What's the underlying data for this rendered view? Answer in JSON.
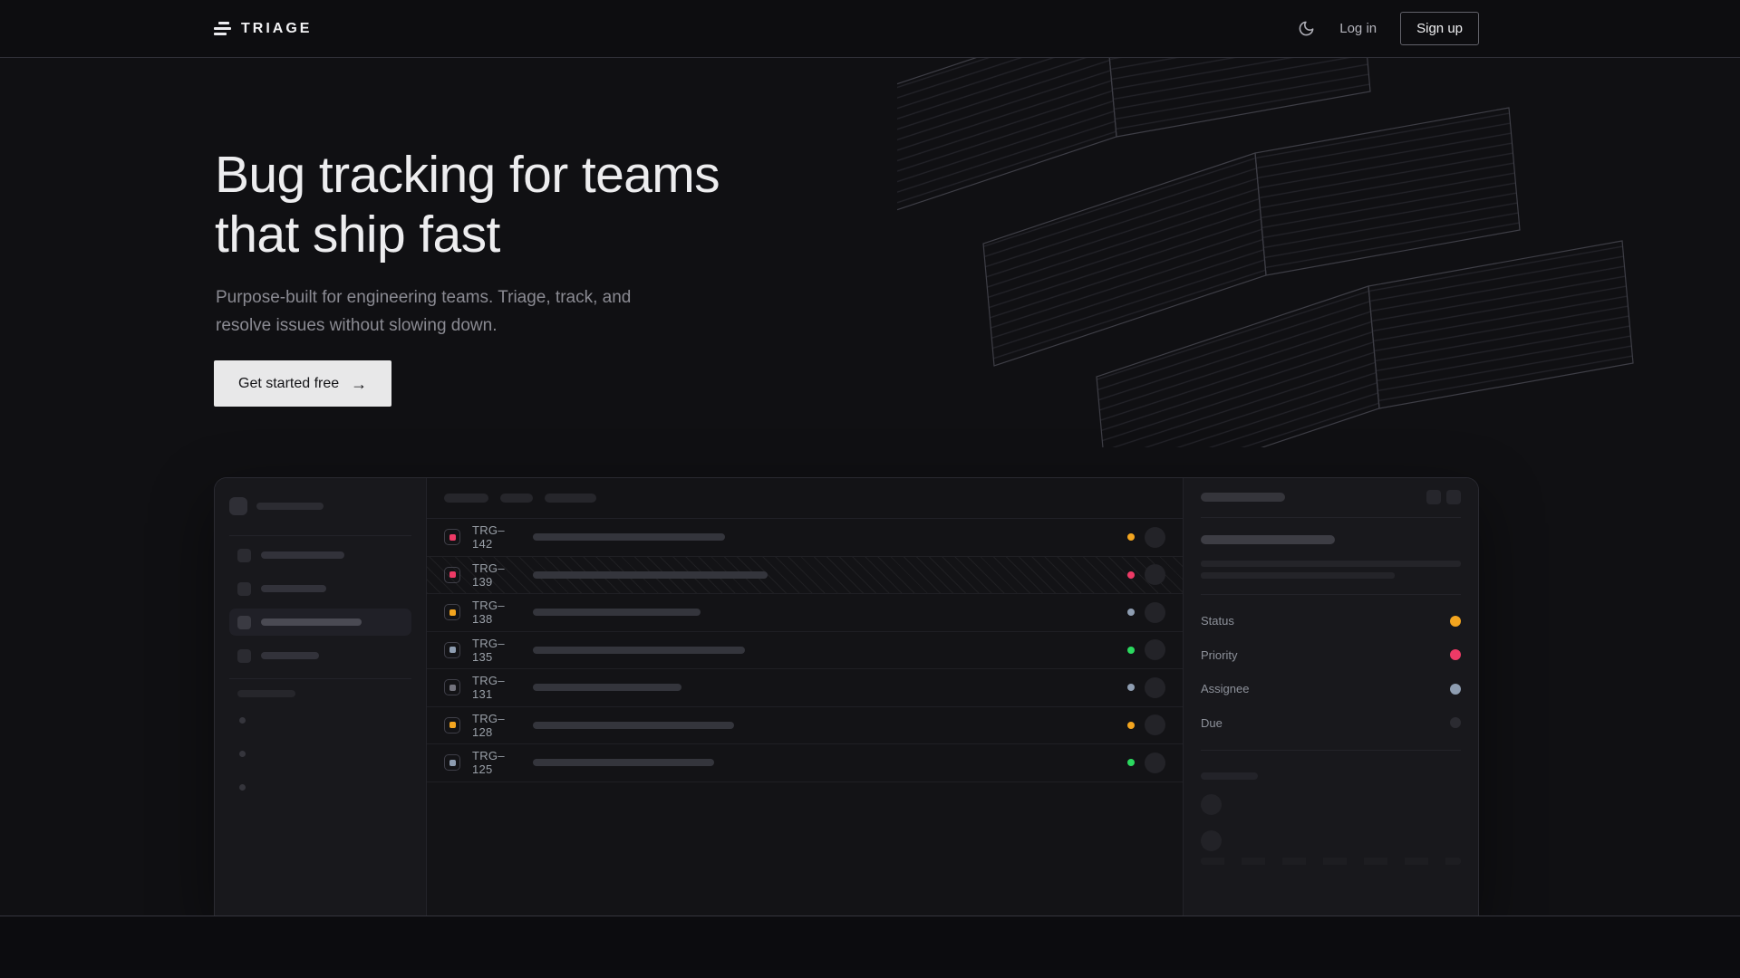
{
  "header": {
    "brand": "TRIAGE",
    "login_label": "Log in",
    "signup_label": "Sign up",
    "theme_icon": "moon"
  },
  "hero": {
    "title_line1": "Bug tracking for teams",
    "title_line2": "that ship fast",
    "subtitle": "Purpose-built for engineering teams. Triage, track, and resolve issues without slowing down.",
    "cta_label": "Get started free",
    "cta_icon": "arrow-right",
    "cta_arrow": "→"
  },
  "app_mockup": {
    "issues": [
      {
        "id": "TRG–142",
        "type_color": "#ee3a66",
        "status_color": "#f3a51f",
        "title_width": 212,
        "hatched": false
      },
      {
        "id": "TRG–139",
        "type_color": "#ee3a66",
        "status_color": "#ee3a66",
        "title_width": 259,
        "hatched": true
      },
      {
        "id": "TRG–138",
        "type_color": "#f3a51f",
        "status_color": "#8e9db1",
        "title_width": 185,
        "hatched": false
      },
      {
        "id": "TRG–135",
        "type_color": "#8e9db1",
        "status_color": "#2bd95f",
        "title_width": 234,
        "hatched": false
      },
      {
        "id": "TRG–131",
        "type_color": "#73737d",
        "status_color": "#8e9db1",
        "title_width": 164,
        "hatched": false
      },
      {
        "id": "TRG–128",
        "type_color": "#f3a51f",
        "status_color": "#f3a51f",
        "title_width": 222,
        "hatched": false
      },
      {
        "id": "TRG–125",
        "type_color": "#8e9db1",
        "status_color": "#2bd95f",
        "title_width": 200,
        "hatched": false
      }
    ],
    "detail_fields": [
      {
        "label": "Status",
        "dot_color": "#f3a51f"
      },
      {
        "label": "Priority",
        "dot_color": "#ee3a66"
      },
      {
        "label": "Assignee",
        "dot_color": "#8e9db1"
      },
      {
        "label": "Due",
        "dot_color": "#2b2b31"
      }
    ]
  },
  "colors": {
    "amber": "#f3a51f",
    "rose": "#ee3a66",
    "slate": "#8e9db1",
    "green": "#2bd95f"
  }
}
